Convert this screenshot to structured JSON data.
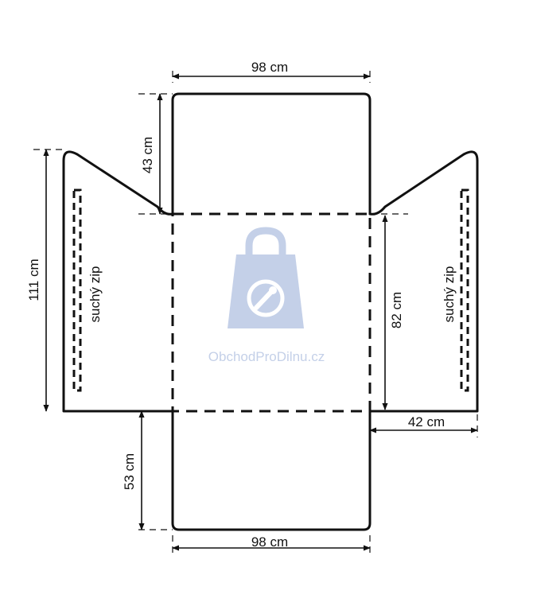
{
  "dimensions": {
    "top_width": "98 cm",
    "bottom_width": "98 cm",
    "top_height": "43 cm",
    "bottom_height": "53 cm",
    "side_height": "111 cm",
    "center_height": "82 cm",
    "side_width": "42 cm"
  },
  "labels": {
    "left_zip": "suchý zip",
    "right_zip": "suchý zip"
  },
  "watermark": {
    "text": "ObchodProDilnu.cz",
    "icon": "shopping-bag-wrench-icon",
    "color": "#c4d0e8"
  }
}
